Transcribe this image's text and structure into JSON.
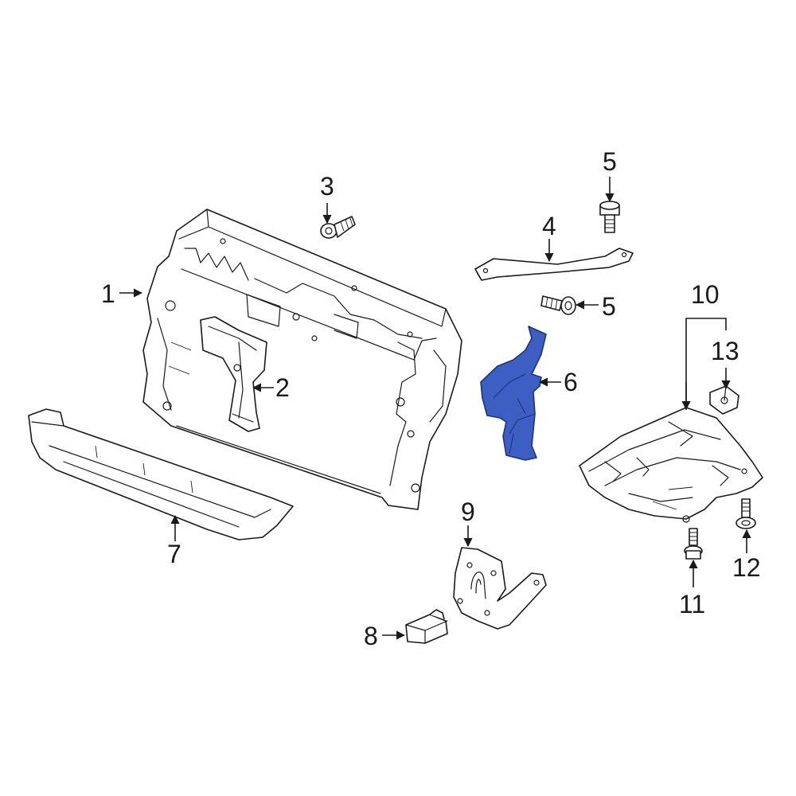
{
  "colors": {
    "highlight_fill": "#3d5fc4",
    "highlight_stroke": "#1d327a",
    "line": "#1a1a1a",
    "background": "#ffffff"
  },
  "callouts": {
    "c1": "1",
    "c2": "2",
    "c3": "3",
    "c4": "4",
    "c5a": "5",
    "c5b": "5",
    "c6": "6",
    "c7": "7",
    "c8": "8",
    "c9": "9",
    "c10": "10",
    "c11": "11",
    "c12": "12",
    "c13": "13"
  },
  "highlighted_part": "6"
}
